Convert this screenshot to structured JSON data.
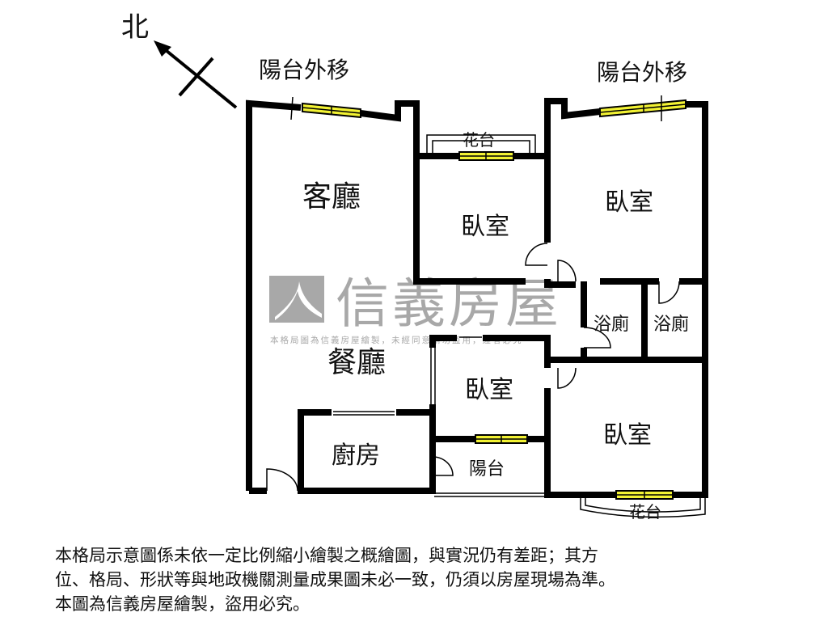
{
  "compass": {
    "north_label": "北"
  },
  "labels": {
    "balcony_ext_left": "陽台外移",
    "balcony_ext_right": "陽台外移",
    "planter_top": "花台",
    "planter_bottom": "花台",
    "living_room": "客廳",
    "dining_room": "餐廳",
    "bedroom_small": "臥室",
    "bedroom_master": "臥室",
    "bedroom_middle": "臥室",
    "bedroom_lower": "臥室",
    "bath_1": "浴廁",
    "bath_2": "浴廁",
    "kitchen": "廚房",
    "balcony": "陽台"
  },
  "watermark": {
    "brand": "信義房屋",
    "notice": "本格局圖為信義房屋繪製，未經同意請勿盜用，違者必究"
  },
  "disclaimer": {
    "line1": "本格局示意圖係未依一定比例縮小繪製之概繪圖，與實況仍有差距；其方",
    "line2": "位、格局、形狀等與地政機關測量成果圖未必一致，仍須以房屋現場為準。",
    "line3": "本圖為信義房屋繪製，盜用必究。"
  },
  "colors": {
    "wall": "#000000",
    "window": "#f2f233",
    "watermark": "#a8a8a8"
  }
}
